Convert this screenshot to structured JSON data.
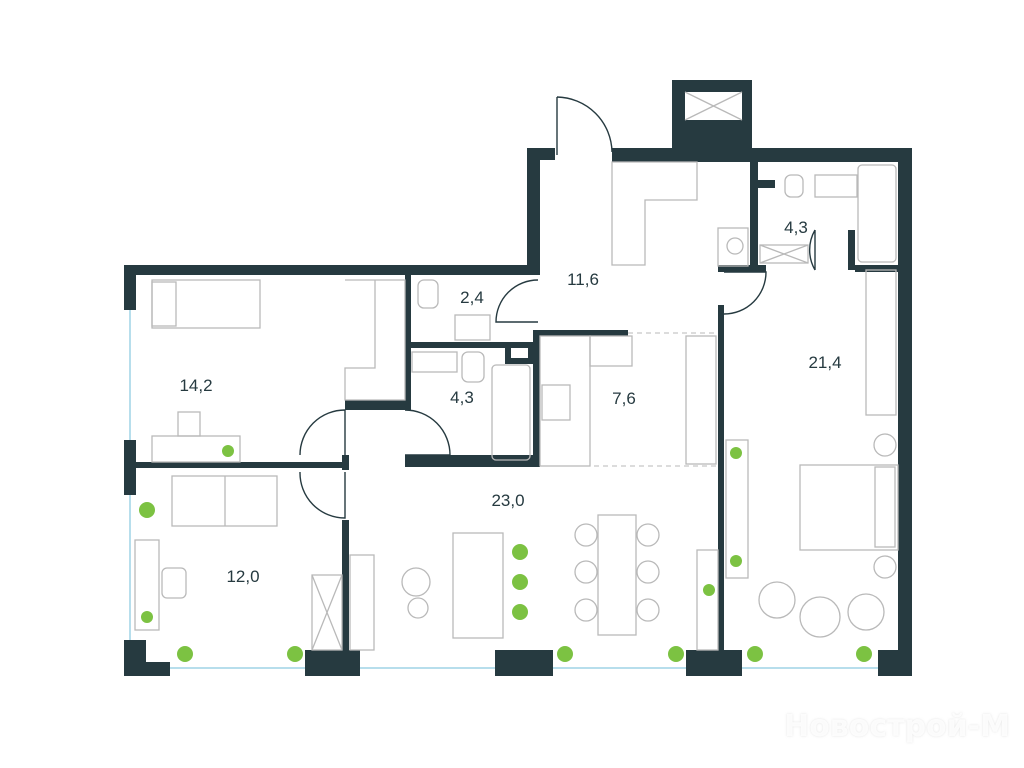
{
  "floor_plan": {
    "rooms": [
      {
        "name": "bedroom-left-top",
        "area": "14,2"
      },
      {
        "name": "bedroom-left-bottom",
        "area": "12,0"
      },
      {
        "name": "wc",
        "area": "2,4"
      },
      {
        "name": "bathroom-center",
        "area": "4,3"
      },
      {
        "name": "hall",
        "area": "11,6"
      },
      {
        "name": "bathroom-master",
        "area": "4,3"
      },
      {
        "name": "kitchen",
        "area": "7,6"
      },
      {
        "name": "living-room",
        "area": "23,0"
      },
      {
        "name": "master-bedroom",
        "area": "21,4"
      }
    ],
    "colors": {
      "wall": "#263a40",
      "plant": "#7cc242",
      "window": "#9fd3e6",
      "furniture": "#b9b9b9"
    }
  },
  "watermark": "Новострой-М"
}
